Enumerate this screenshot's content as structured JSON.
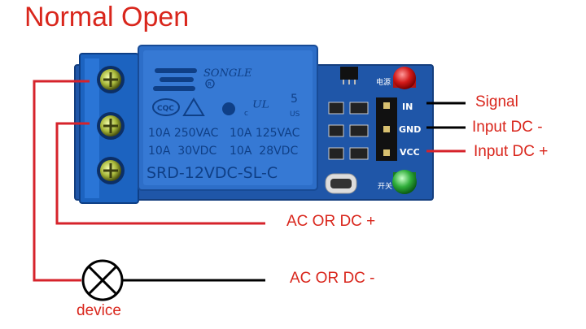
{
  "title": "Normal Open",
  "relay": {
    "brand": "SONGLE",
    "marks": [
      "CQC",
      "R",
      "c",
      "US",
      "5"
    ],
    "ratings": [
      [
        "10A 250VAC",
        "10A 125VAC"
      ],
      [
        "10A  30VDC",
        "10A  28VDC"
      ]
    ],
    "model": "SRD-12VDC-SL-C"
  },
  "board": {
    "pins": [
      "IN",
      "GND",
      "VCC"
    ],
    "side_label_top": "电源",
    "side_label_bottom": "开关"
  },
  "labels": {
    "signal": "Signal",
    "gnd": "Input DC -",
    "vcc": "Input DC +",
    "ac_plus": "AC OR DC +",
    "ac_minus": "AC OR DC -",
    "device": "device"
  },
  "colors": {
    "title": "#d9261c",
    "board": "#1f56a8",
    "relay": "#2d6ec8",
    "wire_red": "#d6232b",
    "wire_black": "#000000",
    "terminal": "#1c63c0",
    "led_red": "#d21a1a",
    "led_green": "#2fae3a"
  }
}
